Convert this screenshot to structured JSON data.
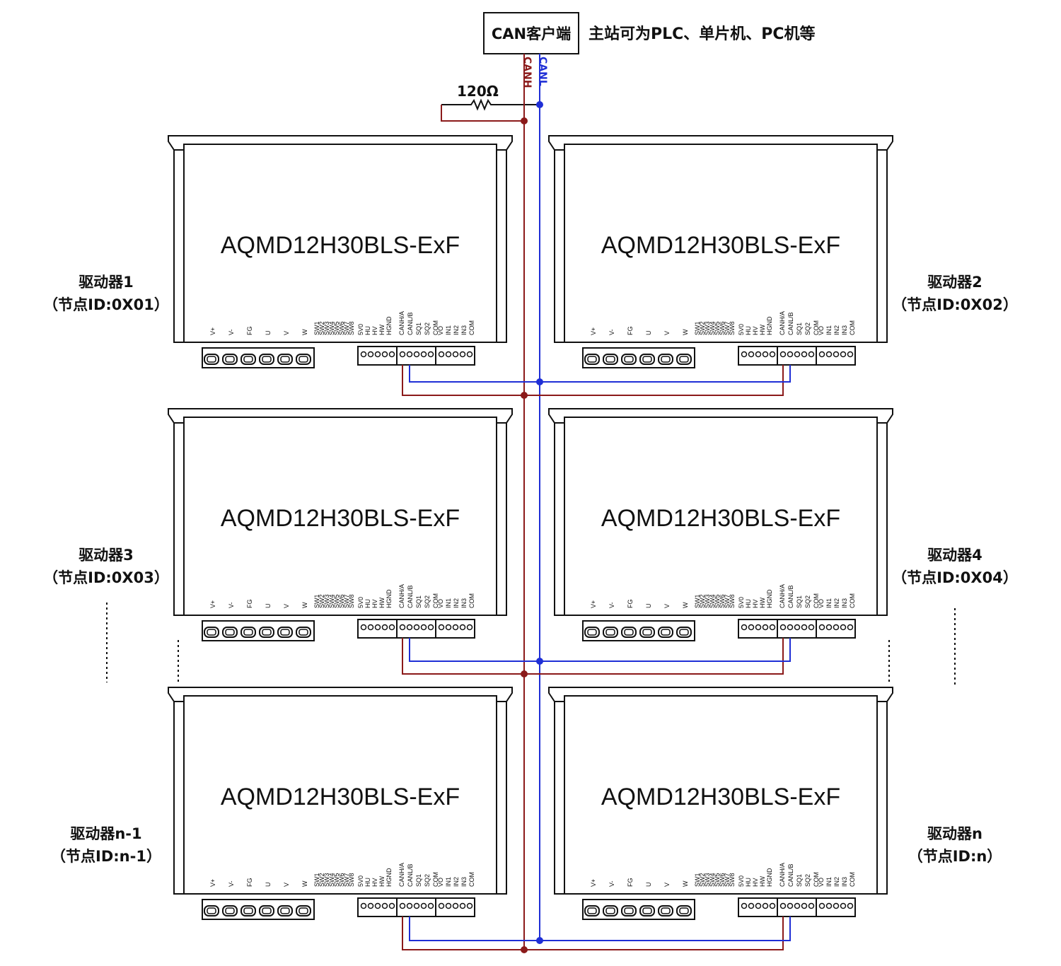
{
  "header": {
    "client_label": "CAN客户端",
    "master_note": "主站可为PLC、单片机、PC机等",
    "canh_label": "CANH",
    "canl_label": "CANL",
    "resistor_label": "120Ω"
  },
  "colors": {
    "canh": "#8b1a1a",
    "canl": "#1f2fd6",
    "outline": "#111111"
  },
  "drivers": [
    {
      "model": "AQMD12H30BLS-ExF",
      "name": "驱动器1",
      "node_id": "（节点ID:0X01）"
    },
    {
      "model": "AQMD12H30BLS-ExF",
      "name": "驱动器2",
      "node_id": "（节点ID:0X02）"
    },
    {
      "model": "AQMD12H30BLS-ExF",
      "name": "驱动器3",
      "node_id": "（节点ID:0X03）"
    },
    {
      "model": "AQMD12H30BLS-ExF",
      "name": "驱动器4",
      "node_id": "（节点ID:0X04）"
    },
    {
      "model": "AQMD12H30BLS-ExF",
      "name": "驱动器n-1",
      "node_id": "（节点ID:n-1）"
    },
    {
      "model": "AQMD12H30BLS-ExF",
      "name": "驱动器n",
      "node_id": "（节点ID:n）"
    }
  ],
  "power_pins": [
    "V+",
    "V-",
    "FG",
    "U",
    "V",
    "W"
  ],
  "switch_pins": [
    "SW1",
    "SW2",
    "SW3",
    "SW4",
    "SW5",
    "SW6",
    "SW7",
    "SW8"
  ],
  "hall_pins": [
    "5V0",
    "HU",
    "HV",
    "HW",
    "HGND"
  ],
  "can_pins": [
    "CANH/A",
    "CANL/B",
    "SQ1",
    "SQ2",
    "COM"
  ],
  "io_pins": [
    "VO",
    "IN1",
    "IN2",
    "IN3",
    "COM"
  ]
}
